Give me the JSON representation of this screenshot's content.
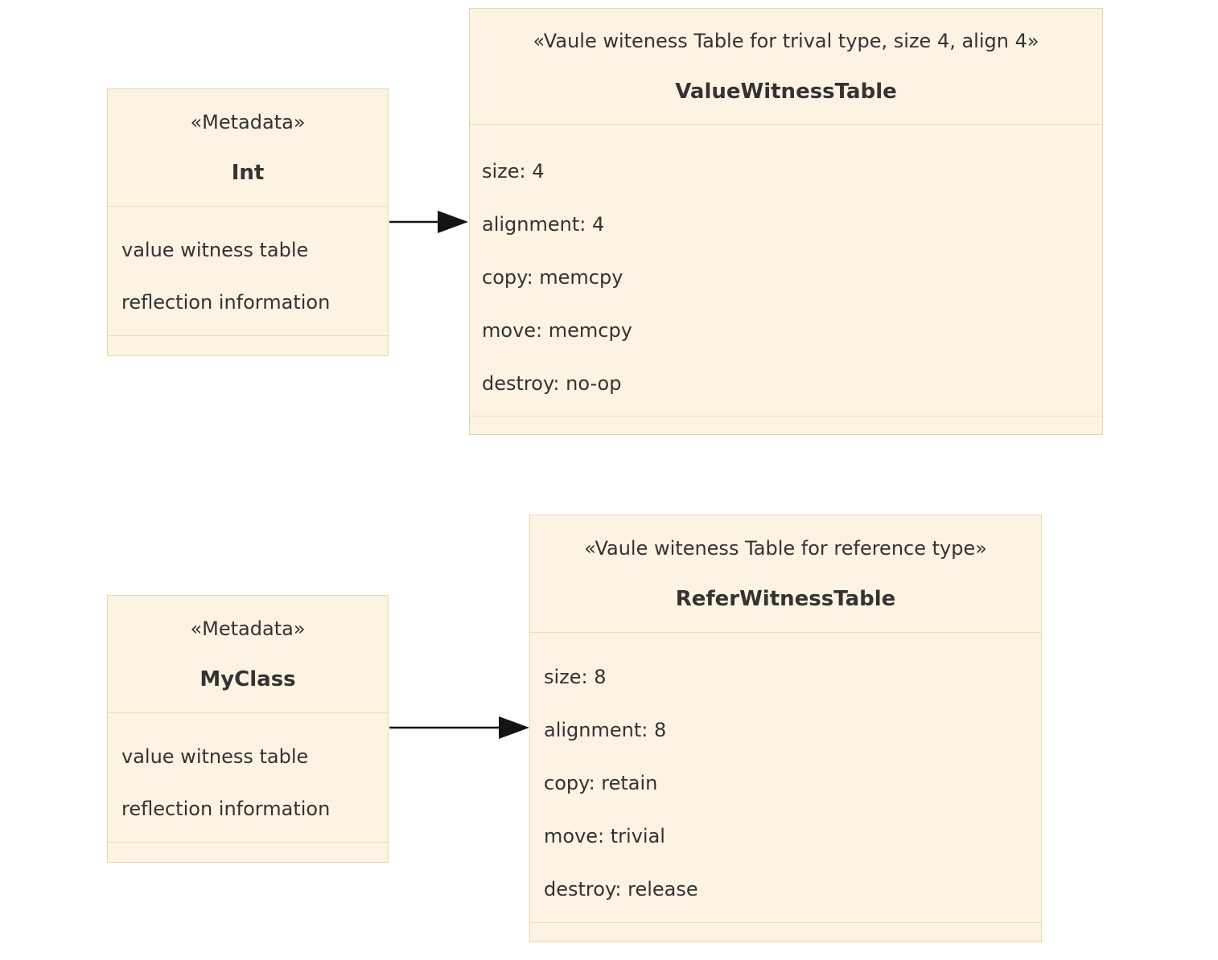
{
  "diagram_type": "uml-class-diagram",
  "colors": {
    "canvas_bg": "#ffffff",
    "box_fill": "#fdf3e2",
    "box_border": "#e6d7ae",
    "divider": "#e9dec1",
    "text": "#333333",
    "arrow": "#141414"
  },
  "nodes": [
    {
      "id": "int-metadata",
      "stereotype": "«Metadata»",
      "name": "Int",
      "attributes": [
        "value witness table",
        "reflection information"
      ]
    },
    {
      "id": "value-witness-table",
      "stereotype": "«Vaule witeness Table for trival type, size 4, align 4»",
      "name": "ValueWitnessTable",
      "attributes": [
        "size: 4",
        "alignment: 4",
        "copy: memcpy",
        "move: memcpy",
        "destroy: no-op"
      ]
    },
    {
      "id": "myclass-metadata",
      "stereotype": "«Metadata»",
      "name": "MyClass",
      "attributes": [
        "value witness table",
        "reflection information"
      ]
    },
    {
      "id": "refer-witness-table",
      "stereotype": "«Vaule witeness Table for reference type»",
      "name": "ReferWitnessTable",
      "attributes": [
        "size: 8",
        "alignment: 8",
        "copy: retain",
        "move: trivial",
        "destroy: release"
      ]
    }
  ],
  "edges": [
    {
      "from": "int-metadata",
      "to": "value-witness-table",
      "style": "solid-arrow"
    },
    {
      "from": "myclass-metadata",
      "to": "refer-witness-table",
      "style": "solid-arrow"
    }
  ]
}
